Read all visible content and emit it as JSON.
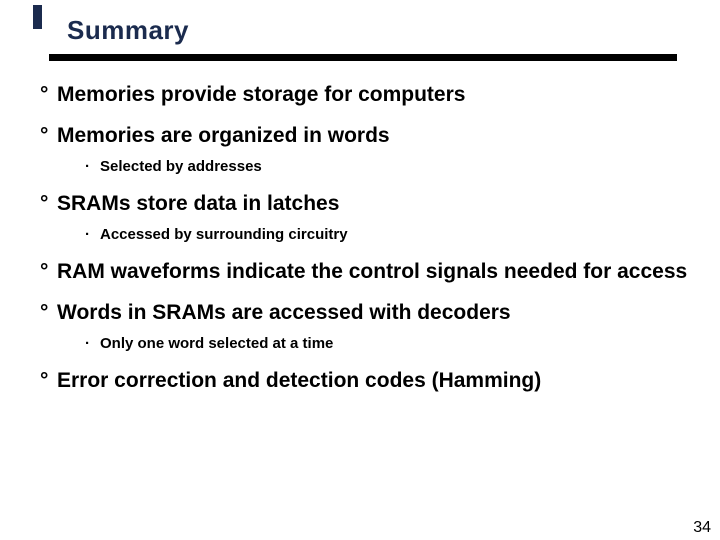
{
  "slide": {
    "title": "Summary",
    "page_number": "34",
    "colors": {
      "title": "#1B2B4E",
      "accent_bar": "#1B2B4E",
      "rule": "#000000",
      "body_text": "#000000",
      "background": "#ffffff"
    },
    "bullet_markers": {
      "level1": "°",
      "level2": "·"
    },
    "bullets": [
      {
        "level": 1,
        "text": "Memories provide storage for computers"
      },
      {
        "level": 1,
        "text": "Memories are organized in words"
      },
      {
        "level": 2,
        "text": "Selected by addresses"
      },
      {
        "level": 1,
        "text": "SRAMs store data in latches"
      },
      {
        "level": 2,
        "text": "Accessed by surrounding circuitry"
      },
      {
        "level": 1,
        "text": "RAM waveforms indicate the control signals needed for access"
      },
      {
        "level": 1,
        "text": "Words in SRAMs are accessed with decoders"
      },
      {
        "level": 2,
        "text": "Only one word selected at a time"
      },
      {
        "level": 1,
        "text": "Error correction and detection codes (Hamming)"
      }
    ]
  }
}
